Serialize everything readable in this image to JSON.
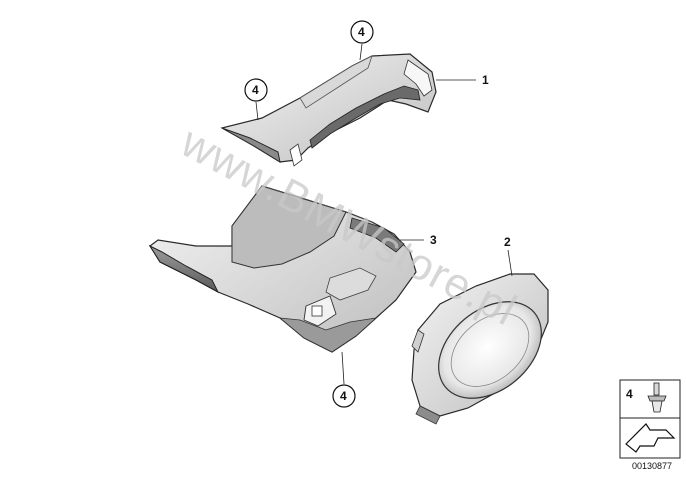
{
  "diagram": {
    "callouts": {
      "part_1": "1",
      "part_2": "2",
      "part_3": "3",
      "fastener_top_center": "4",
      "fastener_top_left": "4",
      "fastener_bottom": "4"
    },
    "legend": {
      "fastener_number": "4"
    },
    "diagram_number": "00130877",
    "watermark": "www.BMWstore.pl"
  }
}
